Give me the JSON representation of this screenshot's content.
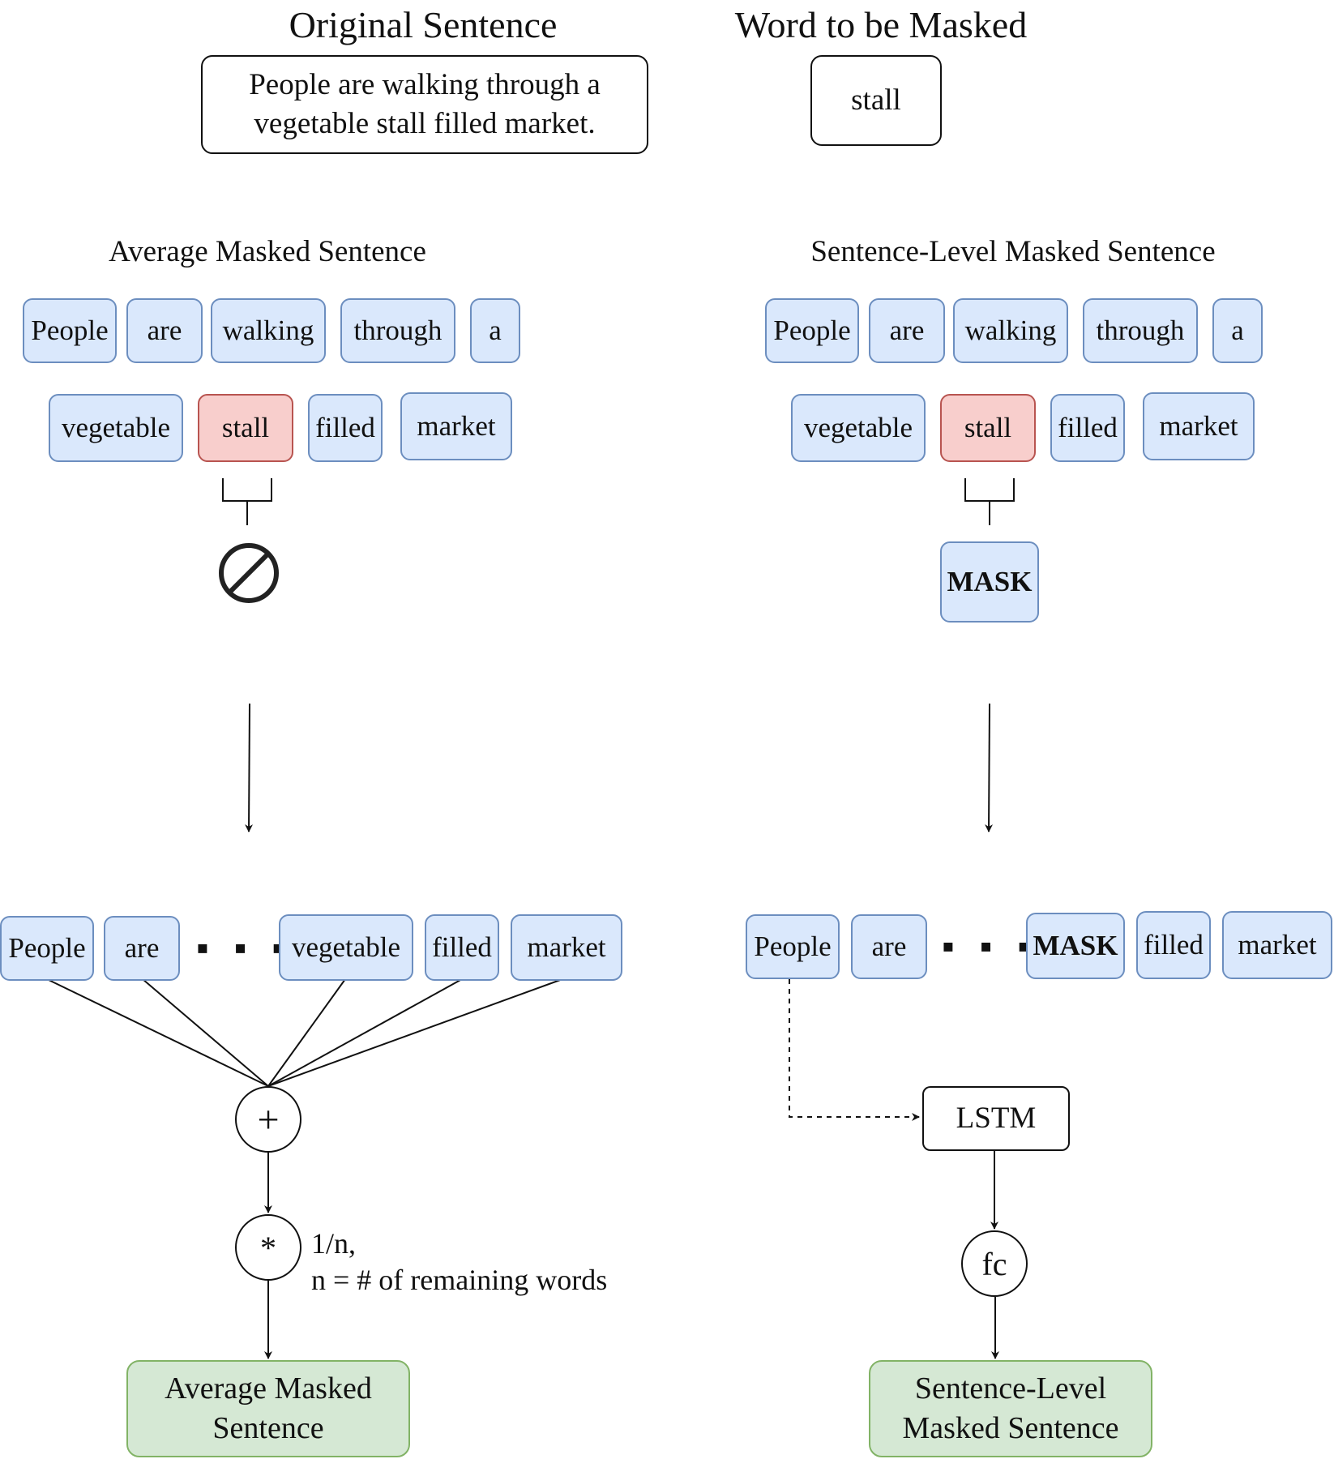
{
  "headings": {
    "original_sentence": "Original Sentence",
    "word_to_be_masked": "Word to be Masked",
    "average_masked": "Average Masked Sentence",
    "sentence_level_masked": "Sentence-Level Masked Sentence"
  },
  "original_sentence": {
    "line1": "People are walking through a",
    "line2": "vegetable stall filled market."
  },
  "masked_word": "stall",
  "left_tokens": {
    "row1": [
      "People",
      "are",
      "walking",
      "through",
      "a"
    ],
    "row2": [
      "vegetable",
      "stall",
      "filled",
      "market"
    ]
  },
  "right_tokens": {
    "row1": [
      "People",
      "are",
      "walking",
      "through",
      "a"
    ],
    "row2": [
      "vegetable",
      "stall",
      "filled",
      "market"
    ]
  },
  "mask_token": "MASK",
  "left_result_tokens": [
    "People",
    "are",
    "vegetable",
    "filled",
    "market"
  ],
  "right_result_tokens": [
    "People",
    "are",
    "MASK",
    "filled",
    "market"
  ],
  "ellipsis": "▪ ▪ ▪",
  "operators": {
    "sum": "+",
    "multiply": "*",
    "fc": "fc"
  },
  "scale_note": {
    "line1": "1/n,",
    "line2": "n = # of remaining words"
  },
  "lstm_label": "LSTM",
  "outputs": {
    "average": {
      "line1": "Average Masked",
      "line2": "Sentence"
    },
    "sentence_level": {
      "line1": "Sentence-Level",
      "line2": "Masked Sentence"
    }
  },
  "icons": {
    "removed": "prohibition-icon"
  },
  "colors": {
    "token_fill": "#dae8fc",
    "token_border": "#6c8ebf",
    "masked_fill": "#f8cecc",
    "masked_border": "#b85450",
    "output_fill": "#d5e8d4",
    "output_border": "#82b366"
  }
}
